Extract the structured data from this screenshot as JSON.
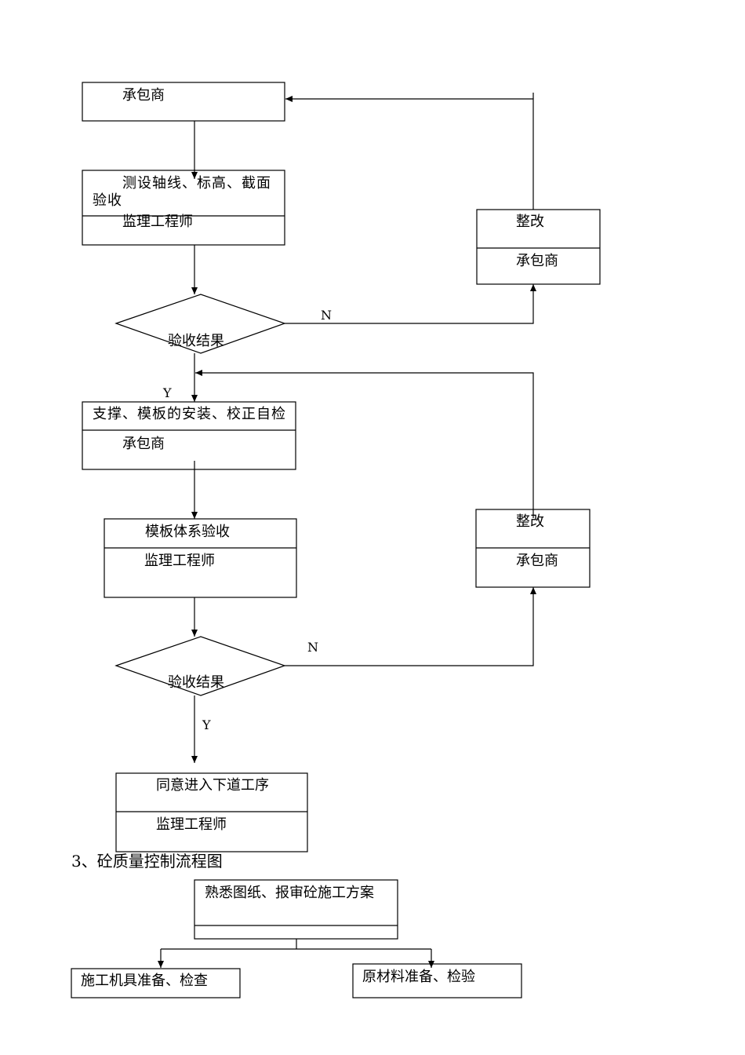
{
  "flow1": {
    "contractor_top": "承包商",
    "survey_title": "测设轴线、标高、截面验收",
    "survey_role": "监理工程师",
    "rectify1_title": "整改",
    "rectify1_role": "承包商",
    "decision1_label": "验收结果",
    "decision1_no": "N",
    "decision1_yes": "Y",
    "support_title": "支撑、模板的安装、校正自检",
    "support_role": "承包商",
    "formwork_title": "模板体系验收",
    "formwork_role": "监理工程师",
    "rectify2_title": "整改",
    "rectify2_role": "承包商",
    "decision2_label": "验收结果",
    "decision2_no": "N",
    "decision2_yes": "Y",
    "approve_title": "同意进入下道工序",
    "approve_role": "监理工程师"
  },
  "section3": {
    "heading": "3、砼质量控制流程图",
    "drawings_title": "熟悉图纸、报审砼施工方案",
    "tools_title": "施工机具准备、检查",
    "materials_title": "原材料准备、检验"
  }
}
